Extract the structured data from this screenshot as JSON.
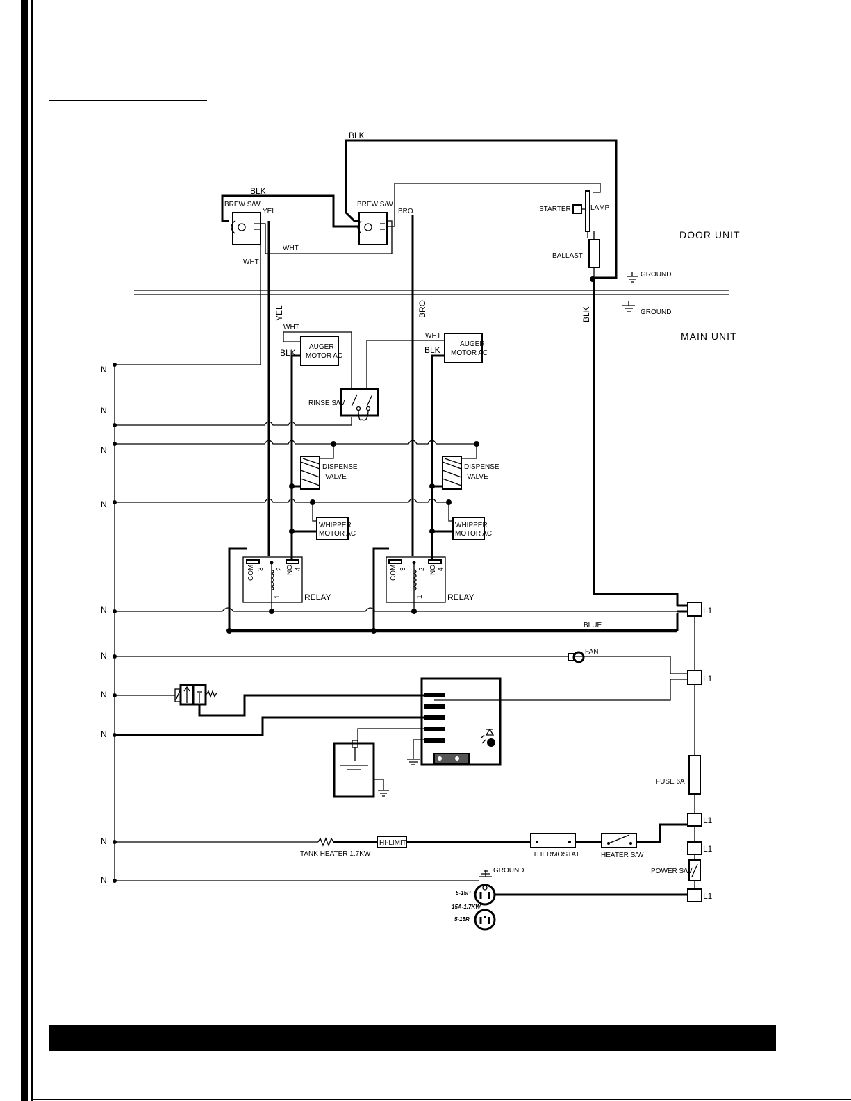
{
  "labels": {
    "blk_top": "BLK",
    "blk_left": "BLK",
    "brew_sw_left": "BREW S/W",
    "brew_sw_mid": "BREW S/W",
    "yel_top": "YEL",
    "bro_top": "BRO",
    "wht_mid": "WHT",
    "wht_left": "WHT",
    "starter": "STARTER",
    "lamp": "LAMP",
    "ballast": "BALLAST",
    "ground_door": "GROUND",
    "ground_main": "GROUND",
    "door_unit": "DOOR UNIT",
    "main_unit": "MAIN UNIT",
    "yel_vertical": "YEL",
    "bro_vertical": "BRO",
    "blk_vertical": "BLK",
    "wht_auger_left": "WHT",
    "blk_auger_left": "BLK",
    "wht_auger_right": "WHT",
    "blk_auger_right": "BLK",
    "auger_left_l1": "AUGER",
    "auger_left_l2": "MOTOR AC",
    "auger_right_l1": "AUGER",
    "auger_right_l2": "MOTOR AC",
    "rinse_sw": "RINSE S/W",
    "dispense_left_l1": "DISPENSE",
    "dispense_left_l2": "VALVE",
    "dispense_right_l1": "DISPENSE",
    "dispense_right_l2": "VALVE",
    "whipper_left_l1": "WHIPPER",
    "whipper_left_l2": "MOTOR AC",
    "whipper_right_l1": "WHIPPER",
    "whipper_right_l2": "MOTOR AC",
    "relay_left": "RELAY",
    "relay_right": "RELAY",
    "relay_com": "COM",
    "relay_no": "NO",
    "relay_pin3": "3",
    "relay_pin2": "2",
    "relay_pin4": "4",
    "relay_pin1": "1",
    "blue": "BLUE",
    "fan": "FAN",
    "fuse": "FUSE 6A",
    "tank_heater": "TANK HEATER 1.7KW",
    "hi_limit": "HI-LIMIT",
    "thermostat": "THERMOSTAT",
    "heater_sw": "HEATER S/W",
    "power_sw": "POWER S/W",
    "ground_plug": "GROUND",
    "plug_5_15p": "5-15P",
    "plug_rating": "15A-1.7KW",
    "plug_5_15r": "5-15R",
    "l1": "L1",
    "n": "N"
  },
  "colors": {
    "ink": "#000000",
    "paper": "#ffffff",
    "link_underline": "#2a3fd0"
  }
}
